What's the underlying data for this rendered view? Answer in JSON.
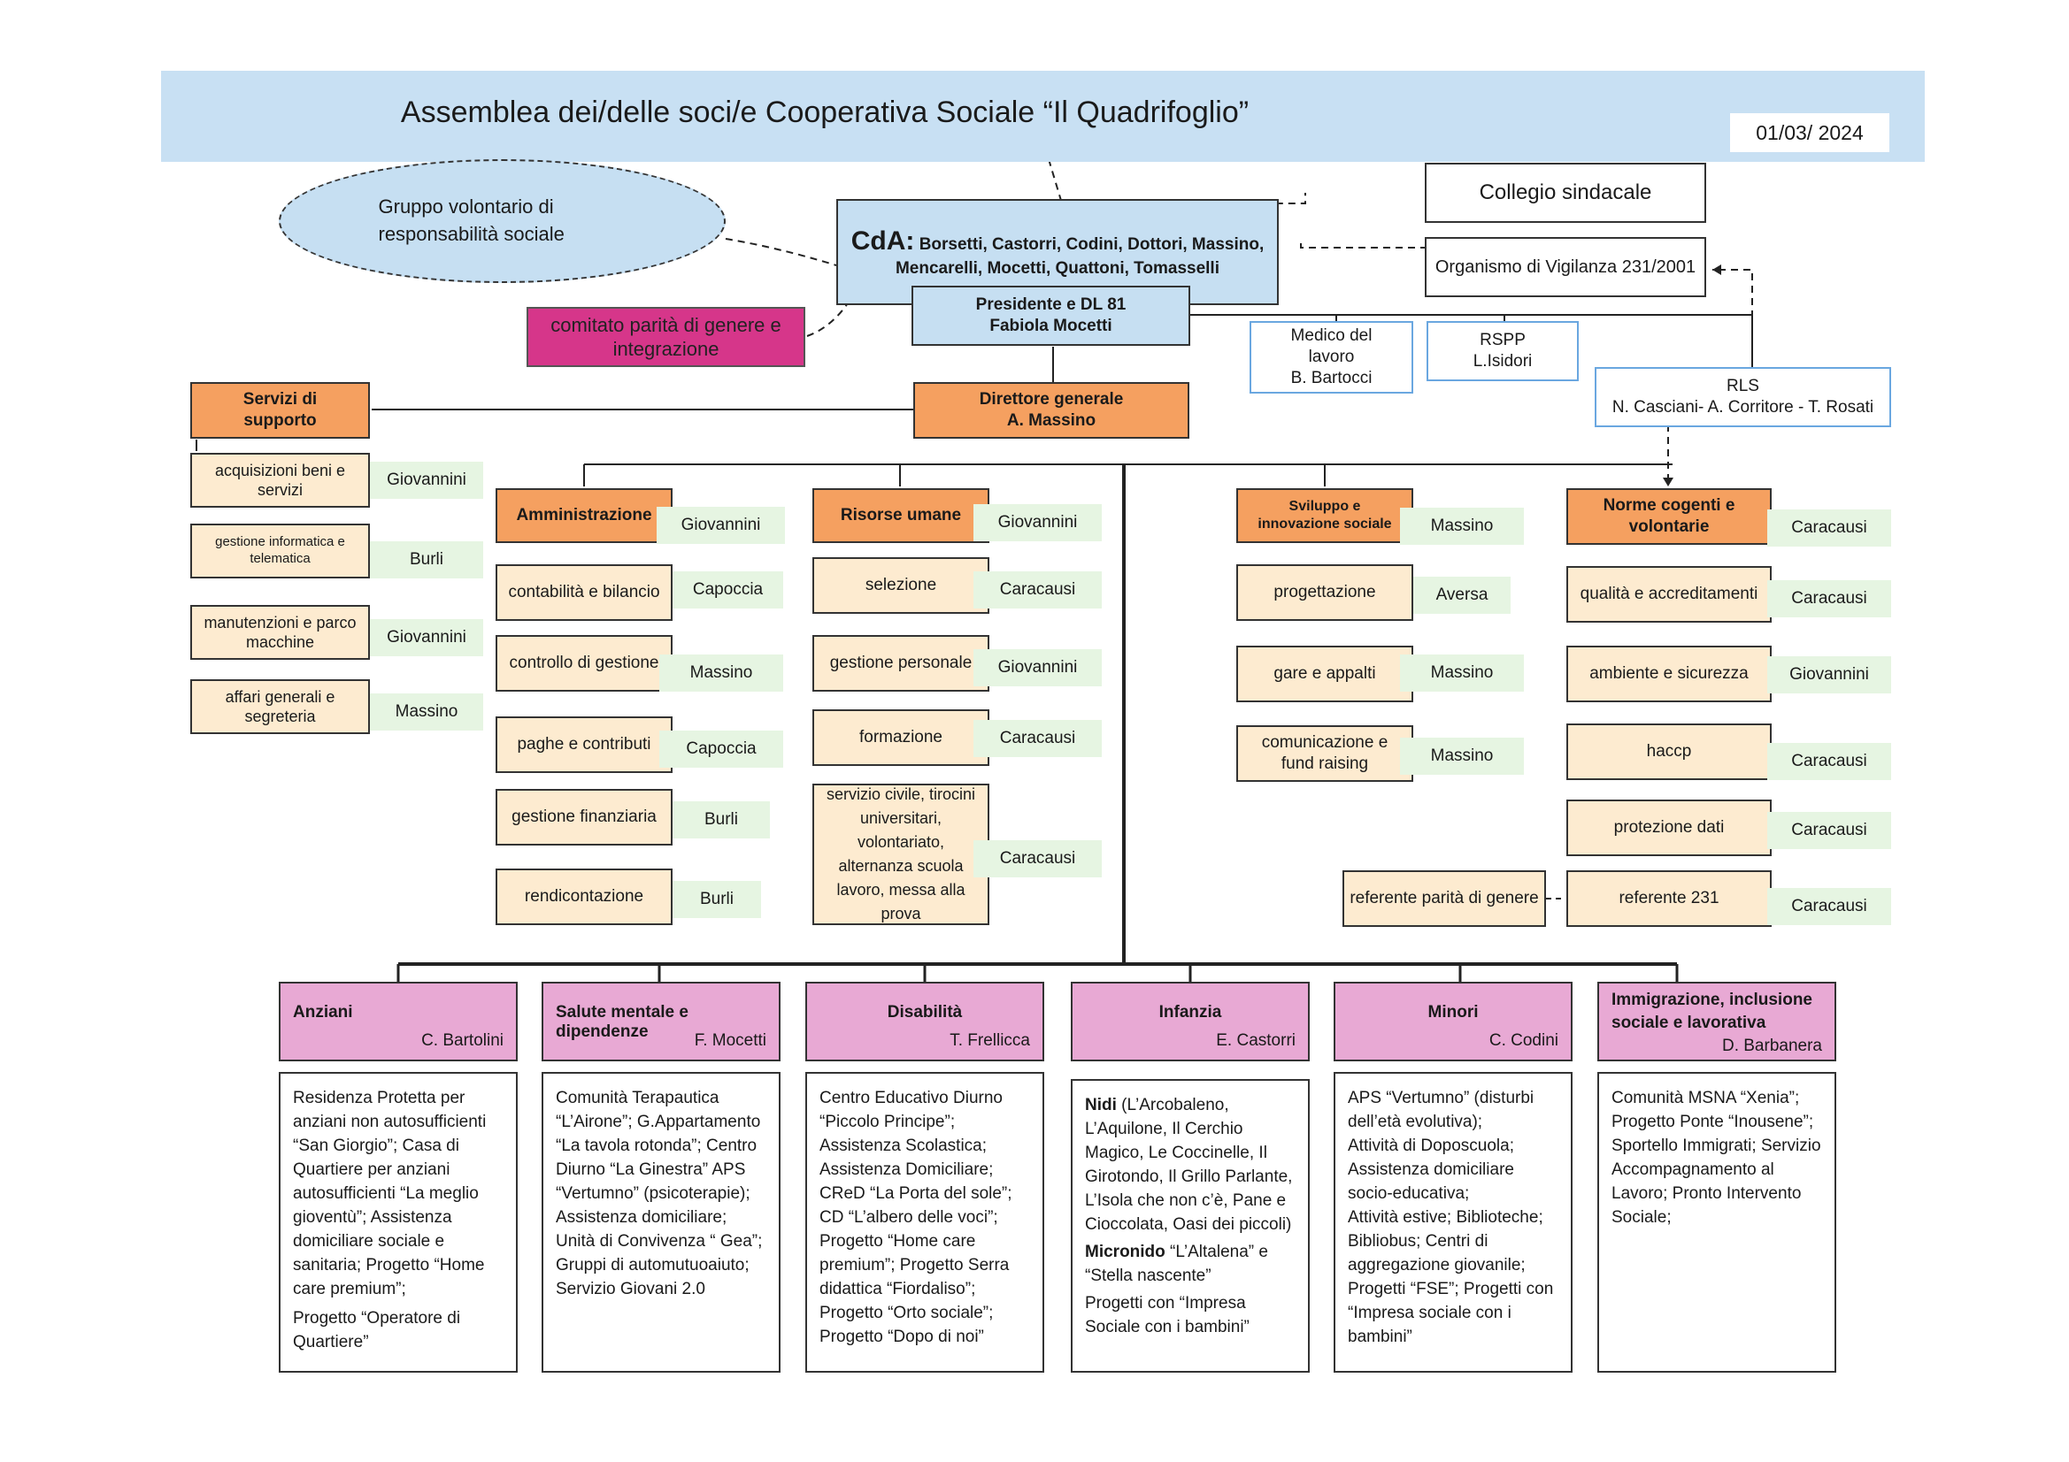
{
  "header": {
    "title": "Assemblea dei/delle soci/e Cooperativa Sociale “Il Quadrifoglio”",
    "date": "01/03/ 2024"
  },
  "top": {
    "collegio": "Collegio sindacale",
    "odv": "Organismo di Vigilanza  231/2001",
    "gruppo": "Gruppo volontario di responsabilità sociale",
    "cda_label": "CdA:",
    "cda_members_1": "Borsetti, Castorri, Codini, Dottori,  Massino,",
    "cda_members_2": "Mencarelli,  Mocetti, Quattoni, Tomasselli",
    "presidente_1": "Presidente e DL 81",
    "presidente_2": "Fabiola Mocetti",
    "comitato": "comitato parità di genere e integrazione",
    "medico_1": "Medico del",
    "medico_2": "lavoro",
    "medico_3": "B. Bartocci",
    "rspp_1": "RSPP",
    "rspp_2": "L.Isidori",
    "rls_1": "RLS",
    "rls_2": "N. Casciani- A. Corritore - T. Rosati",
    "direttore_1": "Direttore generale",
    "direttore_2": "A. Massino"
  },
  "supporto": {
    "title": "Servizi di supporto",
    "items": [
      {
        "label": "acquisizioni beni e servizi",
        "person": "Giovannini"
      },
      {
        "label": "gestione informatica e telematica",
        "person": "Burli"
      },
      {
        "label": "manutenzioni e parco macchine",
        "person": "Giovannini"
      },
      {
        "label": "affari generali e segreteria",
        "person": "Massino"
      }
    ]
  },
  "amministrazione": {
    "title": "Amministrazione",
    "person": "Giovannini",
    "items": [
      {
        "label": "contabilità e bilancio",
        "person": "Capoccia"
      },
      {
        "label": "controllo di gestione",
        "person": "Massino"
      },
      {
        "label": "paghe e contributi",
        "person": "Capoccia"
      },
      {
        "label": "gestione finanziaria",
        "person": "Burli"
      },
      {
        "label": "rendicontazione",
        "person": "Burli"
      }
    ]
  },
  "risorse": {
    "title": "Risorse umane",
    "person": "Giovannini",
    "items": [
      {
        "label": "selezione",
        "person": "Caracausi"
      },
      {
        "label": "gestione personale",
        "person": "Giovannini"
      },
      {
        "label": "formazione",
        "person": "Caracausi"
      },
      {
        "label": "servizio civile, tirocini universitari, volontariato, alternanza scuola lavoro, messa alla prova",
        "person": "Caracausi"
      }
    ]
  },
  "sviluppo": {
    "title_1": "Sviluppo e",
    "title_2": "innovazione sociale",
    "person": "Massino",
    "items": [
      {
        "label": "progettazione",
        "person": "Aversa"
      },
      {
        "label": "gare e appalti",
        "person": "Massino"
      },
      {
        "label": "comunicazione e fund raising",
        "person": "Massino"
      }
    ]
  },
  "norme": {
    "title": "Norme cogenti e volontarie",
    "person": "Caracausi",
    "items": [
      {
        "label": "qualità e accreditamenti",
        "person": "Caracausi"
      },
      {
        "label": "ambiente e sicurezza",
        "person": "Giovannini"
      },
      {
        "label": "haccp",
        "person": "Caracausi"
      },
      {
        "label": "protezione dati",
        "person": "Caracausi"
      },
      {
        "label": "referente 231",
        "person": "Caracausi"
      }
    ],
    "referente_parita": "referente parità di genere"
  },
  "sectors": [
    {
      "title": "Anziani",
      "person": "C. Bartolini"
    },
    {
      "title": "Salute mentale e dipendenze",
      "person": "F.  Mocetti"
    },
    {
      "title": "Disabilità",
      "person": "T. Frellicca"
    },
    {
      "title": "Infanzia",
      "person": "E. Castorri"
    },
    {
      "title": "Minori",
      "person": "C. Codini"
    },
    {
      "title": "Immigrazione, inclusione sociale e lavorativa",
      "person": "D. Barbanera"
    }
  ],
  "services": {
    "anziani": [
      "Residenza Protetta per anziani non autosufficienti “San Giorgio”; Casa di Quartiere per anziani autosufficienti  “La meglio gioventù”; Assistenza domiciliare sociale e sanitaria; Progetto “Home care premium”;",
      "Progetto “Operatore di Quartiere”"
    ],
    "salute": "Comunità Terapautica “L’Airone”;  G.Appartamento “La tavola rotonda”; Centro Diurno “La Ginestra”  APS “Vertumno” (psicoterapie); Assistenza domiciliare; Unità di Convivenza “ Gea”; Gruppi di automutuoaiuto; Servizio Giovani 2.0",
    "disabilita": "Centro Educativo Diurno “Piccolo Principe”; Assistenza Scolastica; Assistenza Domiciliare; CReD “La Porta del sole”; CD “L’albero delle voci”; Progetto “Home care premium”; Progetto Serra didattica “Fiordaliso”; Progetto “Orto sociale”; Progetto “Dopo di noi”",
    "infanzia_nidi_label": "Nidi",
    "infanzia_nidi": " (L’Arcobaleno, L’Aquilone, Il Cerchio Magico, Le Coccinelle,  Il Girotondo, Il Grillo Parlante, L’Isola che non c’è, Pane e Cioccolata, Oasi dei piccoli)",
    "infanzia_micro_label": "Micronido",
    "infanzia_micro": " “L’Altalena” e “Stella nascente”",
    "infanzia_progetti": "Progetti con “Impresa Sociale con i bambini”",
    "minori": [
      "APS “Vertumno” (disturbi dell’età evolutiva);",
      "Attività di Doposcuola;",
      "Assistenza domiciliare socio-educativa;",
      "Attività estive;  Biblioteche; Bibliobus; Centri di aggregazione giovanile; Progetti “FSE”; Progetti con “Impresa sociale con i bambini”"
    ],
    "immigrazione": [
      "Comunità MSNA “Xenia”;",
      "Progetto Ponte “Inousene”;",
      "Sportello Immigrati; Servizio Accompagnamento al Lavoro; Pronto Intervento Sociale;"
    ]
  }
}
